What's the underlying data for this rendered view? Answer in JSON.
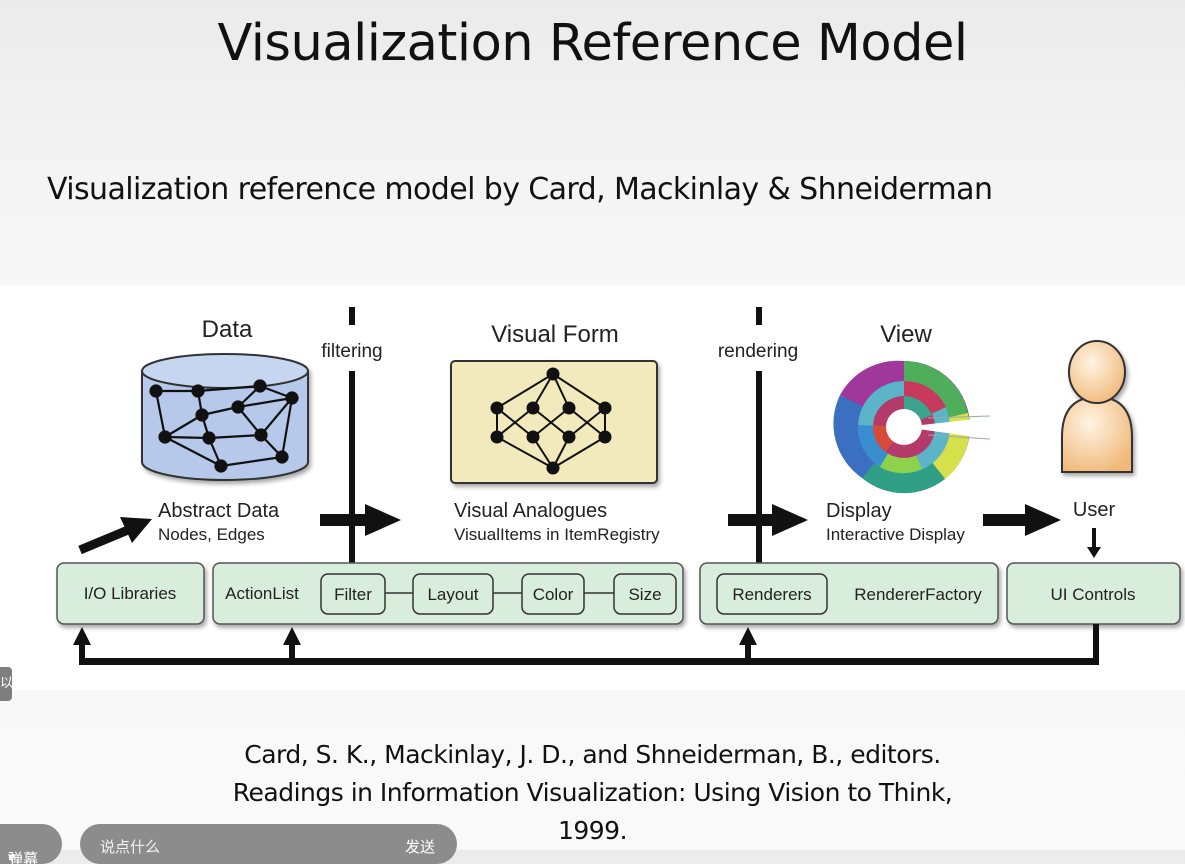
{
  "slide": {
    "title": "Visualization Reference Model",
    "subtitle": "Visualization reference model by Card, Mackinlay & Shneiderman"
  },
  "diagram": {
    "stages": {
      "data": "Data",
      "visual_form": "Visual Form",
      "view": "View"
    },
    "transitions": {
      "filtering": "filtering",
      "rendering": "rendering"
    },
    "captions": {
      "abstract_data": "Abstract Data",
      "nodes_edges": "Nodes, Edges",
      "visual_analogues": "Visual Analogues",
      "visual_items": "VisualItems in ItemRegistry",
      "display": "Display",
      "interactive_display": "Interactive Display",
      "user": "User"
    },
    "components": {
      "io_libraries": "I/O Libraries",
      "action_list": "ActionList",
      "filter": "Filter",
      "layout": "Layout",
      "color": "Color",
      "size": "Size",
      "renderers": "Renderers",
      "renderer_factory": "RendererFactory",
      "ui_controls": "UI Controls"
    },
    "colors": {
      "component_fill": "#d9eddc",
      "database_fill": "#b6c9ea",
      "visual_form_fill": "#f2e9bd",
      "user_fill": "#f6d3a8"
    }
  },
  "reference": {
    "line1": "Card, S. K., Mackinlay, J. D., and Shneiderman, B., editors.",
    "line2": "Readings in Information Visualization: Using Vision to Think,",
    "line3": "1999."
  },
  "overlay": {
    "side_badge": "以",
    "left_pill": "弹幕",
    "input_placeholder": "说点什么",
    "send_label": "发送"
  }
}
